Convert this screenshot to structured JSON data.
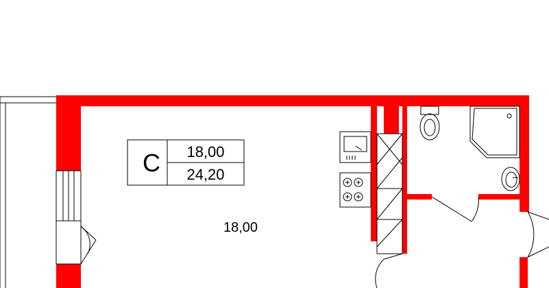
{
  "plan": {
    "unit_type": "С",
    "living_area": "18,00",
    "total_area": "24,20",
    "room_area": "18,00"
  },
  "colors": {
    "wall": "#ff0000",
    "line": "#000000",
    "background": "#ffffff"
  },
  "icons": [
    "toilet-icon",
    "shower-icon",
    "washbasin-icon",
    "sink-icon",
    "stove-icon",
    "door-icon",
    "window-icon"
  ]
}
